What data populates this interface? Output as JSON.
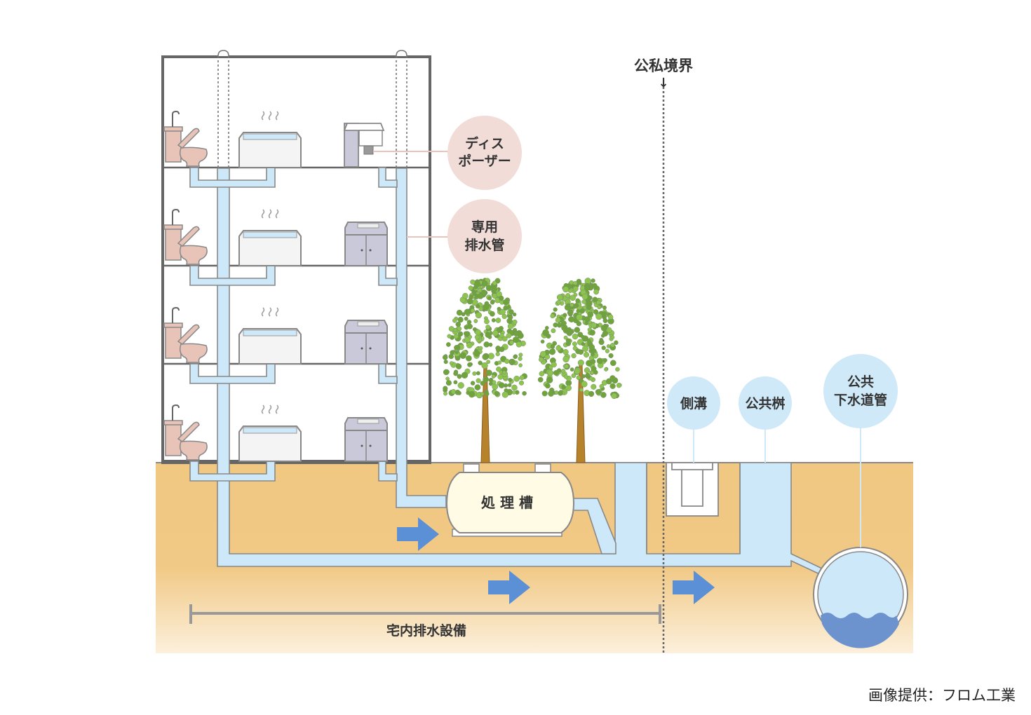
{
  "diagram": {
    "boundary_label": "公私境界",
    "boundary_arrow": "↓",
    "callouts": {
      "disposer": [
        "ディス",
        "ポーザー"
      ],
      "dedicated_pipe": [
        "専用",
        "排水管"
      ],
      "gutter": [
        "側溝"
      ],
      "public_basin": [
        "公共桝"
      ],
      "public_sewer": [
        "公共",
        "下水道管"
      ]
    },
    "treatment_tank_label": "処 理 槽",
    "span_label": "宅内排水設備",
    "floors": 4,
    "fixtures_per_floor": [
      "toilet",
      "bathtub",
      "kitchen-sink"
    ],
    "trees": 2,
    "flow_arrows": 3
  },
  "colors": {
    "pipe": "#cde8f8",
    "soil": "#f0c882",
    "soil_light": "#fbecd4",
    "callout_pink": "#f1dcd7",
    "callout_blue": "#cfe9f9",
    "arrow": "#5b8fd6",
    "tank": "#fffbe4",
    "wall": "#666666",
    "toilet": "#e8c4b8",
    "sink": "#c9c9d9",
    "water": "#6d93cf"
  },
  "credit": "画像提供：フロム工業"
}
